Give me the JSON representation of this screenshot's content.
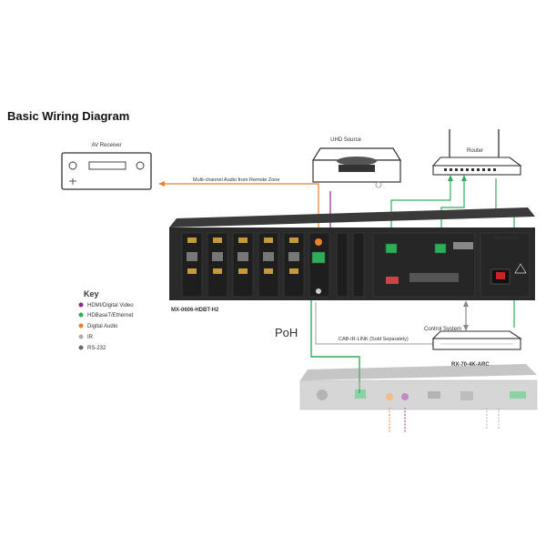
{
  "title": "Basic Wiring Diagram",
  "devices": {
    "av_receiver": "AV Receiver",
    "uhd_source": "UHD Source",
    "router": "Router",
    "matrix": "MX-0606-HDBT-H2",
    "control_system": "Control System",
    "receiver": "RX-70-4K-ARC",
    "brand": "WyreStorm"
  },
  "annotations": {
    "audio_path": "Multi-channel Audio from Remote Zone",
    "ir_link": "CAB-IR-LINK (Sold Separately)",
    "poh": "PoH"
  },
  "key": {
    "title": "Key",
    "items": [
      {
        "label": "HDMI/Digital Video",
        "color": "#8e2a8e"
      },
      {
        "label": "HDBaseT/Ethernet",
        "color": "#2fae5a"
      },
      {
        "label": "Digital Audio",
        "color": "#e8822a"
      },
      {
        "label": "IR",
        "color": "#b0b0b0"
      },
      {
        "label": "RS-232",
        "color": "#6b6b6b"
      }
    ]
  },
  "colors": {
    "hdmi": "#8e2a8e",
    "hdbaset": "#2fae5a",
    "audio": "#e8822a",
    "ir": "#b0b0b0",
    "rs232": "#6b6b6b",
    "chassis": "#2a2a2a"
  }
}
